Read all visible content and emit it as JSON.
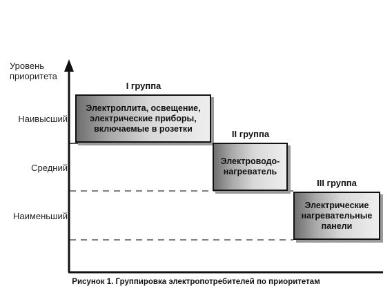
{
  "y_axis": {
    "title": "Уровень\nприоритета",
    "levels": [
      "Наивысший",
      "Средний",
      "Наименьший"
    ]
  },
  "groups": [
    {
      "title": "I группа",
      "text": "Электроплита, освещение,\nэлектрические приборы,\nвключаемые в розетки"
    },
    {
      "title": "II группа",
      "text": "Электроводо-\nнагреватель"
    },
    {
      "title": "III группа",
      "text": "Электрические\nнагревательные\nпанели"
    }
  ],
  "caption": "Рисунок 1. Группировка электропотребителей по приоритетам",
  "colors": {
    "line": "#111111",
    "box_dark": "#6f6f6f",
    "box_light": "#eeeeee"
  }
}
